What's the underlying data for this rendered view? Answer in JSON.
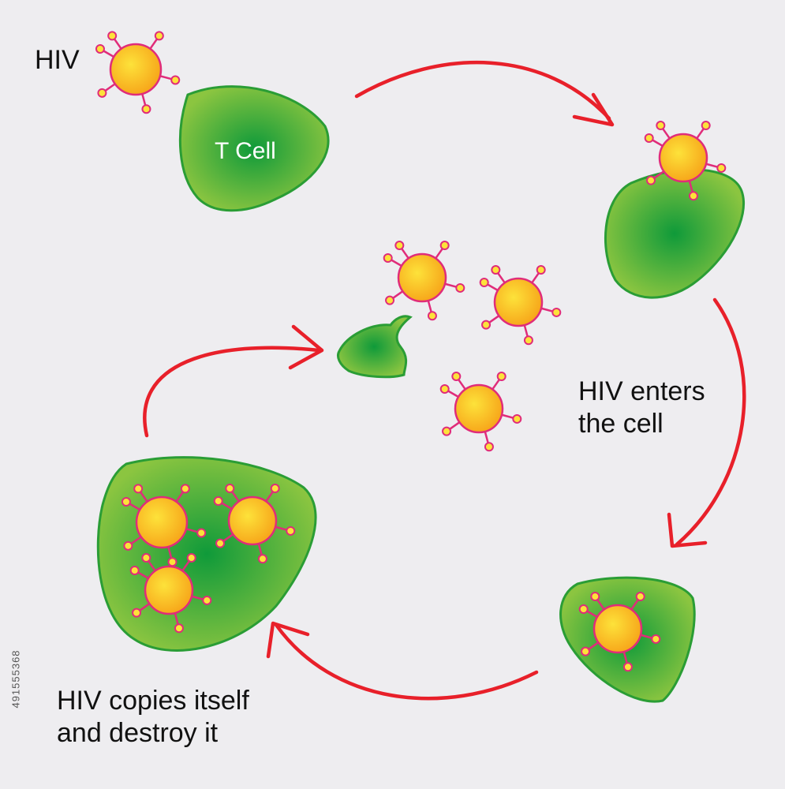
{
  "labels": {
    "hiv": "HIV",
    "t_cell": "T Cell",
    "enters_line1": "HIV enters",
    "enters_line2": "the cell",
    "copies_line1": "HIV copies itself",
    "copies_line2": "and destroy it"
  },
  "watermark_id": "491555368",
  "colors": {
    "background": "#eeedf0",
    "cell_center": "#0f9a3a",
    "cell_edge": "#8bc540",
    "cell_outline": "#2a9d35",
    "virus_core": "#fde23a",
    "virus_rim": "#f7a81b",
    "virus_spike": "#e02c7a",
    "arrow": "#e8202a"
  },
  "icons": {
    "virus": "hiv-virus-icon",
    "cell": "t-cell-icon",
    "arrow": "cycle-arrow-icon"
  }
}
